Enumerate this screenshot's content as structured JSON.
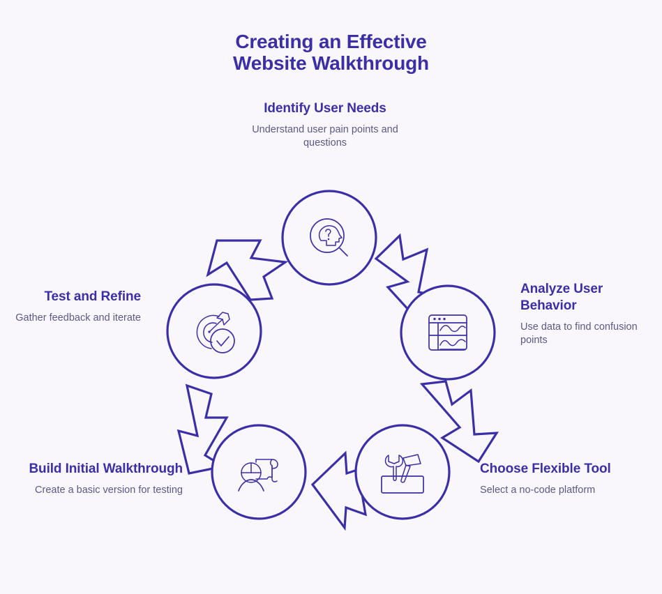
{
  "page": {
    "background_color": "#faf7fc",
    "accent_color": "#3b2fa8",
    "body_text_color": "#5b5888"
  },
  "title": {
    "line1": "Creating an Effective",
    "line2": "Website Walkthrough"
  },
  "steps": [
    {
      "id": "identify-user-needs",
      "title": "Identify User Needs",
      "description": "Understand user pain points and questions",
      "icon": "head-question-magnifier-icon",
      "position": "top"
    },
    {
      "id": "analyze-user-behavior",
      "title": "Analyze User Behavior",
      "description": "Use data to find confusion points",
      "icon": "analytics-dashboard-icon",
      "position": "right"
    },
    {
      "id": "choose-flexible-tool",
      "title": "Choose Flexible Tool",
      "description": "Select a no-code platform",
      "icon": "toolbox-wrench-hammer-icon",
      "position": "bottom-right"
    },
    {
      "id": "build-initial-walkthrough",
      "title": "Build Initial Walkthrough",
      "description": "Create a basic version for testing",
      "icon": "builder-blueprint-icon",
      "position": "bottom-left"
    },
    {
      "id": "test-and-refine",
      "title": "Test and Refine",
      "description": "Gather feedback and iterate",
      "icon": "target-arrow-check-icon",
      "position": "left"
    }
  ],
  "flow": {
    "direction": "clockwise",
    "arrow_count": 5,
    "arrows": [
      {
        "from": "identify-user-needs",
        "to": "analyze-user-behavior",
        "name": "arrow-top-to-right"
      },
      {
        "from": "analyze-user-behavior",
        "to": "choose-flexible-tool",
        "name": "arrow-right-to-bottom-right"
      },
      {
        "from": "choose-flexible-tool",
        "to": "build-initial-walkthrough",
        "name": "arrow-bottom-right-to-bottom-left"
      },
      {
        "from": "build-initial-walkthrough",
        "to": "test-and-refine",
        "name": "arrow-bottom-left-to-left"
      },
      {
        "from": "test-and-refine",
        "to": "identify-user-needs",
        "name": "arrow-left-to-top"
      }
    ]
  }
}
